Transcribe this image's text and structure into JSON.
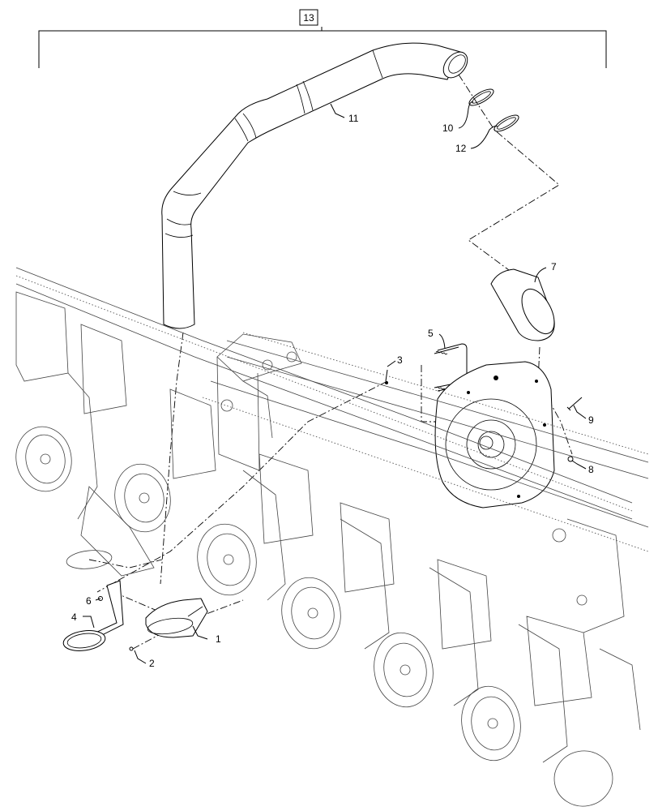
{
  "diagram": {
    "assembly_callout": "13",
    "callouts": [
      {
        "id": "1",
        "text": "1"
      },
      {
        "id": "2",
        "text": "2"
      },
      {
        "id": "3",
        "text": "3"
      },
      {
        "id": "4",
        "text": "4"
      },
      {
        "id": "5",
        "text": "5"
      },
      {
        "id": "6",
        "text": "6"
      },
      {
        "id": "7",
        "text": "7"
      },
      {
        "id": "8",
        "text": "8"
      },
      {
        "id": "9",
        "text": "9"
      },
      {
        "id": "10",
        "text": "10"
      },
      {
        "id": "11",
        "text": "11"
      },
      {
        "id": "12",
        "text": "12"
      }
    ]
  }
}
